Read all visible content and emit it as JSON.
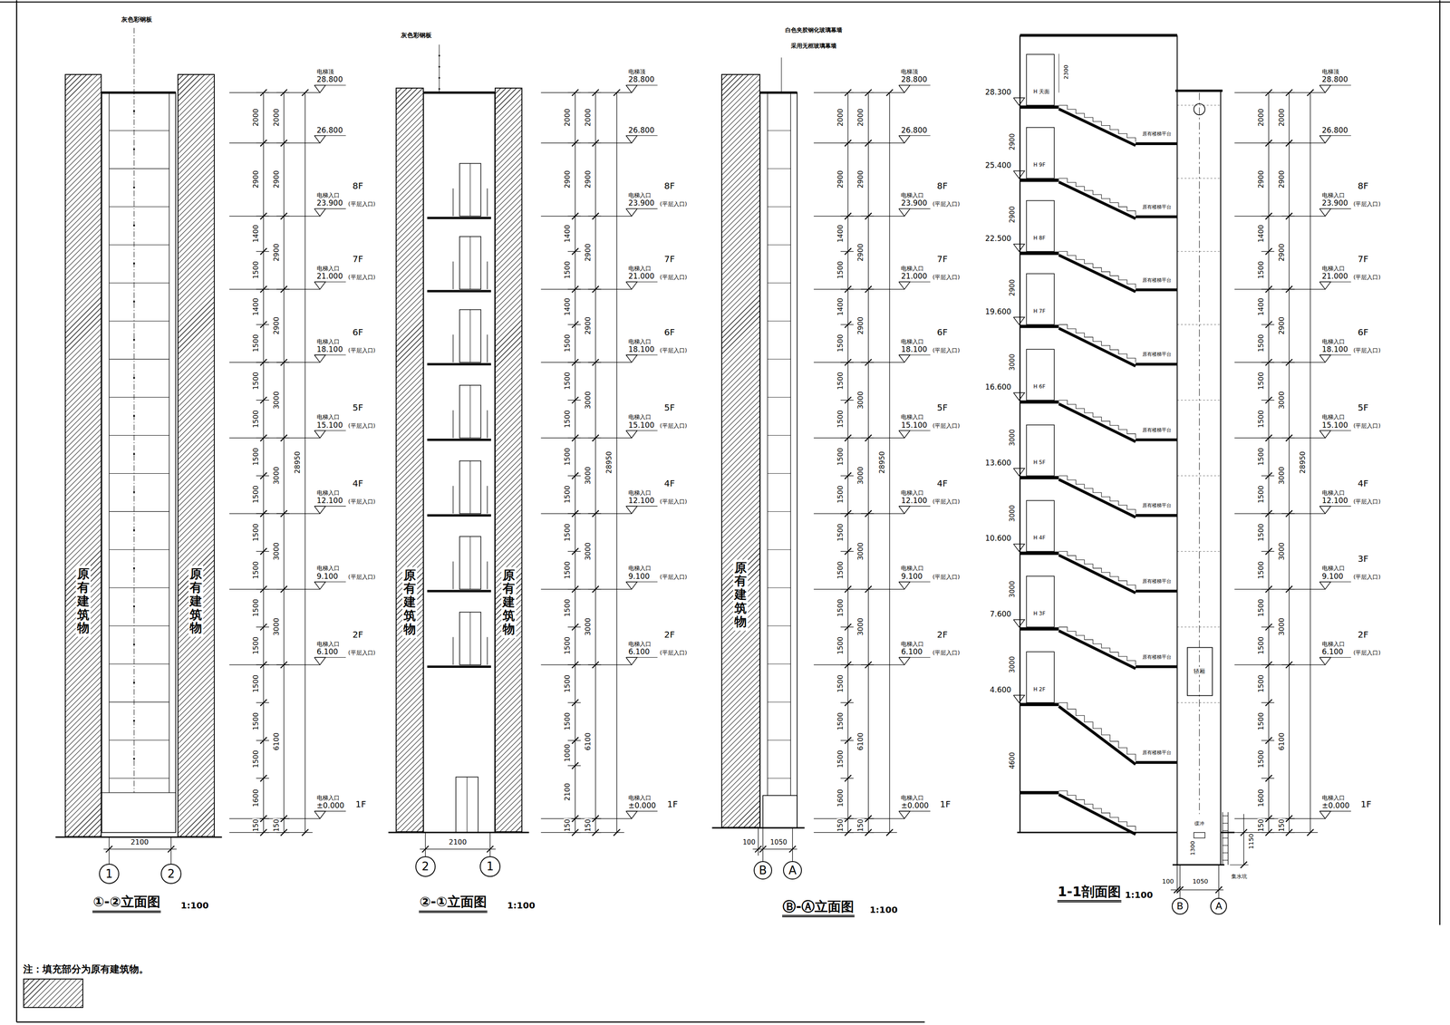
{
  "diagram": {
    "nodes": [
      {
        "text": [
          "原有建筑物"
        ]
      },
      {
        "text": [
          "原有建筑物"
        ]
      },
      {
        "text": [
          "1"
        ]
      },
      {
        "text": [
          "2"
        ]
      },
      {
        "text": [
          "原有建筑物"
        ]
      },
      {
        "text": [
          "原有建筑物"
        ]
      },
      {
        "text": [
          "2"
        ]
      },
      {
        "text": [
          "1"
        ]
      },
      {
        "text": [
          "原有建筑物"
        ]
      },
      {
        "text": [
          "B"
        ]
      },
      {
        "text": [
          "A"
        ]
      },
      {
        "text": [
          "B"
        ]
      },
      {
        "text": [
          "A"
        ]
      }
    ],
    "labels": [
      "灰色彩钢板",
      "2000",
      "2900",
      "1400",
      "1500",
      "1400",
      "1500",
      "1500",
      "1500",
      "1500",
      "1500",
      "1500",
      "1500",
      "1500",
      "1500",
      "1500",
      "1500",
      "1500",
      "1600",
      "150",
      "2000",
      "2900",
      "2900",
      "2900",
      "3000",
      "3000",
      "3000",
      "3000",
      "6100",
      "150",
      "28950",
      "电梯顶",
      "28.800",
      "26.800",
      "8F",
      "电梯入口",
      "23.900",
      "(平层入口)",
      "7F",
      "电梯入口",
      "21.000",
      "(平层入口)",
      "6F",
      "电梯入口",
      "18.100",
      "(平层入口)",
      "5F",
      "电梯入口",
      "15.100",
      "(平层入口)",
      "4F",
      "电梯入口",
      "12.100",
      "(平层入口)",
      "电梯入口",
      "9.100",
      "(平层入口)",
      "2F",
      "电梯入口",
      "6.100",
      "(平层入口)",
      "电梯入口",
      "±0.000",
      "1F",
      "2100",
      "①-②立面图",
      "1:100",
      "灰色彩钢板",
      "2000",
      "2900",
      "1400",
      "1500",
      "1400",
      "1500",
      "1500",
      "1500",
      "1500",
      "1500",
      "1500",
      "1500",
      "1500",
      "1500",
      "1500",
      "1500",
      "1000",
      "2100",
      "150",
      "2000",
      "2900",
      "2900",
      "2900",
      "3000",
      "3000",
      "3000",
      "3000",
      "6100",
      "150",
      "28950",
      "电梯顶",
      "28.800",
      "26.800",
      "8F",
      "电梯入口",
      "23.900",
      "(平层入口)",
      "7F",
      "电梯入口",
      "21.000",
      "(平层入口)",
      "6F",
      "电梯入口",
      "18.100",
      "(平层入口)",
      "5F",
      "电梯入口",
      "15.100",
      "(平层入口)",
      "4F",
      "电梯入口",
      "12.100",
      "(平层入口)",
      "电梯入口",
      "9.100",
      "(平层入口)",
      "2F",
      "电梯入口",
      "6.100",
      "(平层入口)",
      "电梯入口",
      "±0.000",
      "1F",
      "2100",
      "②-①立面图",
      "1:100",
      "白色夹胶钢化玻璃幕墙",
      "采用无框玻璃幕墙",
      "2000",
      "2900",
      "1400",
      "1500",
      "1400",
      "1500",
      "1500",
      "1500",
      "1500",
      "1500",
      "1500",
      "1500",
      "1500",
      "1500",
      "1500",
      "1500",
      "1500",
      "1600",
      "150",
      "2000",
      "2900",
      "2900",
      "2900",
      "3000",
      "3000",
      "3000",
      "3000",
      "6100",
      "150",
      "28950",
      "电梯顶",
      "28.800",
      "26.800",
      "8F",
      "电梯入口",
      "23.900",
      "(平层入口)",
      "7F",
      "电梯入口",
      "21.000",
      "(平层入口)",
      "6F",
      "电梯入口",
      "18.100",
      "(平层入口)",
      "5F",
      "电梯入口",
      "15.100",
      "(平层入口)",
      "4F",
      "电梯入口",
      "12.100",
      "(平层入口)",
      "电梯入口",
      "9.100",
      "(平层入口)",
      "2F",
      "电梯入口",
      "6.100",
      "(平层入口)",
      "电梯入口",
      "±0.000",
      "1F",
      "100",
      "1050",
      "Ⓑ-Ⓐ立面图",
      "1:100",
      "2300",
      "28.300",
      "H 天面",
      "25.400",
      "H 9F",
      "22.500",
      "H 8F",
      "19.600",
      "H 7F",
      "16.600",
      "H 6F",
      "13.600",
      "H 5F",
      "10.600",
      "H 4F",
      "7.600",
      "H 3F",
      "4.600",
      "H 2F",
      "2900",
      "2900",
      "2900",
      "3000",
      "3000",
      "3000",
      "3000",
      "3000",
      "4600",
      "原有楼梯平台",
      "原有楼梯平台",
      "原有楼梯平台",
      "原有楼梯平台",
      "原有楼梯平台",
      "原有楼梯平台",
      "原有楼梯平台",
      "原有楼梯平台",
      "原有楼梯平台",
      "轿厢",
      "缓冲",
      "1300",
      "1150",
      "集水坑",
      "100",
      "1050",
      "2000",
      "2900",
      "1400",
      "1500",
      "1400",
      "1500",
      "1500",
      "1500",
      "1500",
      "1500",
      "1500",
      "1500",
      "1500",
      "1500",
      "1500",
      "1500",
      "1500",
      "1600",
      "150",
      "2000",
      "2900",
      "2900",
      "2900",
      "3000",
      "3000",
      "3000",
      "3000",
      "6100",
      "150",
      "28950",
      "电梯顶",
      "28.800",
      "26.800",
      "8F",
      "电梯入口",
      "23.900",
      "(平层入口)",
      "7F",
      "电梯入口",
      "21.000",
      "(平层入口)",
      "6F",
      "电梯入口",
      "18.100",
      "(平层入口)",
      "5F",
      "电梯入口",
      "15.100",
      "(平层入口)",
      "4F",
      "电梯入口",
      "12.100",
      "(平层入口)",
      "3F",
      "电梯入口",
      "9.100",
      "(平层入口)",
      "2F",
      "电梯入口",
      "6.100",
      "(平层入口)",
      "电梯入口",
      "±0.000",
      "1F",
      "1-1剖面图",
      "1:100"
    ],
    "legend": [
      {
        "text": "注：填充部分为原有建筑物。"
      }
    ]
  }
}
